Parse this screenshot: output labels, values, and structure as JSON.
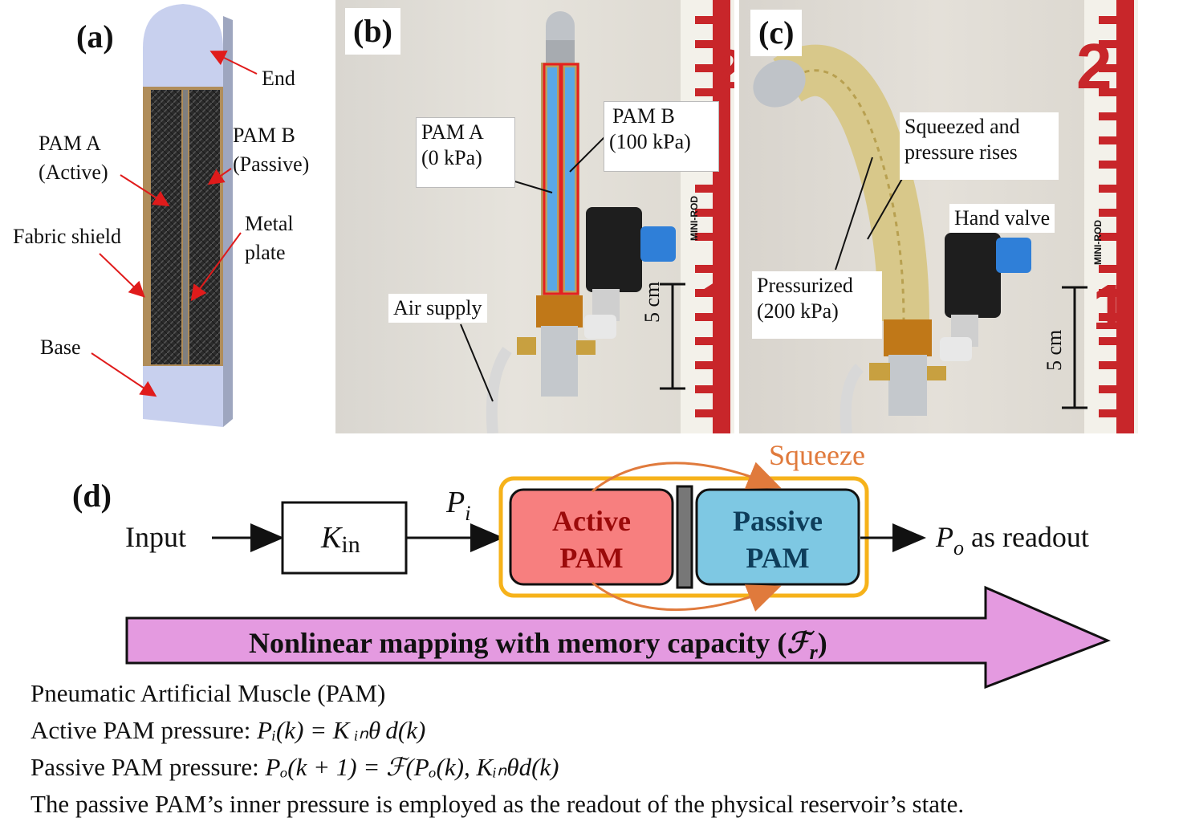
{
  "panels": {
    "a": {
      "letter": "(a)",
      "labels": {
        "end": "End",
        "pam_a_line1": "PAM A",
        "pam_a_line2": "(Active)",
        "pam_b_line1": "PAM B",
        "pam_b_line2": "(Passive)",
        "fabric_shield": "Fabric shield",
        "metal_line1": "Metal",
        "metal_line2": "plate",
        "base": "Base"
      }
    },
    "b": {
      "letter": "(b)",
      "labels": {
        "pam_a_line1": "PAM A",
        "pam_a_line2": "(0 kPa)",
        "pam_b_line1": "PAM B",
        "pam_b_line2": "(100 kPa)",
        "air_supply": "Air supply",
        "scale": "5 cm",
        "ruler_brand": "MINI-ROD"
      }
    },
    "c": {
      "letter": "(c)",
      "labels": {
        "squeezed_line1": "Squeezed and",
        "squeezed_line2": "pressure rises",
        "hand_valve": "Hand valve",
        "pressurized_line1": "Pressurized",
        "pressurized_line2": "(200 kPa)",
        "scale": "5 cm",
        "ruler_brand": "MINI-ROD"
      }
    },
    "d": {
      "letter": "(d)",
      "input": "Input",
      "kin_main": "K",
      "kin_sub": "in",
      "pi_main": "P",
      "pi_sub": "i",
      "squeeze": "Squeeze",
      "active_line1": "Active",
      "active_line2": "PAM",
      "passive_line1": "Passive",
      "passive_line2": "PAM",
      "po_main": "P",
      "po_sub": "o",
      "readout": "as readout",
      "arrow_text": "Nonlinear mapping with memory capacity (",
      "arrow_math": "ℱ",
      "arrow_math_sub": "r",
      "arrow_close": ")"
    }
  },
  "caption": {
    "line1": "Pneumatic Artificial Muscle (PAM)",
    "line2_text": "Active PAM pressure: ",
    "line2_math": "Pᵢ(k) = K ᵢₙθ d(k)",
    "line3_text": "Passive PAM pressure: ",
    "line3_math": "Pₒ(k + 1) = ℱ(Pₒ(k), Kᵢₙθd(k)",
    "line4": "The passive PAM’s inner pressure is employed as the readout of the physical reservoir’s state."
  },
  "colors": {
    "active_fill": "#f77f7f",
    "active_text": "#9b0a0a",
    "passive_fill": "#7ec8e3",
    "passive_text": "#0e3d5a",
    "outer_border": "#f6b21a",
    "squeeze": "#e07a3c",
    "arrow_fill": "#e49ae0",
    "red_arrow": "#e01b1b"
  }
}
